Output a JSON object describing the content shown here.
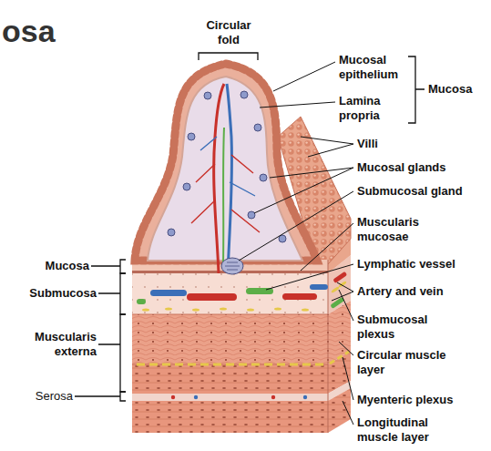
{
  "diagram": {
    "title": "osa",
    "labels": [
      "Circular fold",
      "Mucosal epithelium",
      "Lamina propria",
      "Mucosa",
      "Villi",
      "Mucosal glands",
      "Submucosal gland",
      "Muscularis mucosae",
      "Lymphatic vessel",
      "Artery and vein",
      "Submucosal plexus",
      "Circular muscle layer",
      "Myenteric plexus",
      "Longitudinal muscle layer",
      "Mucosa",
      "Submucosa",
      "Muscularis externa",
      "Serosa"
    ]
  }
}
